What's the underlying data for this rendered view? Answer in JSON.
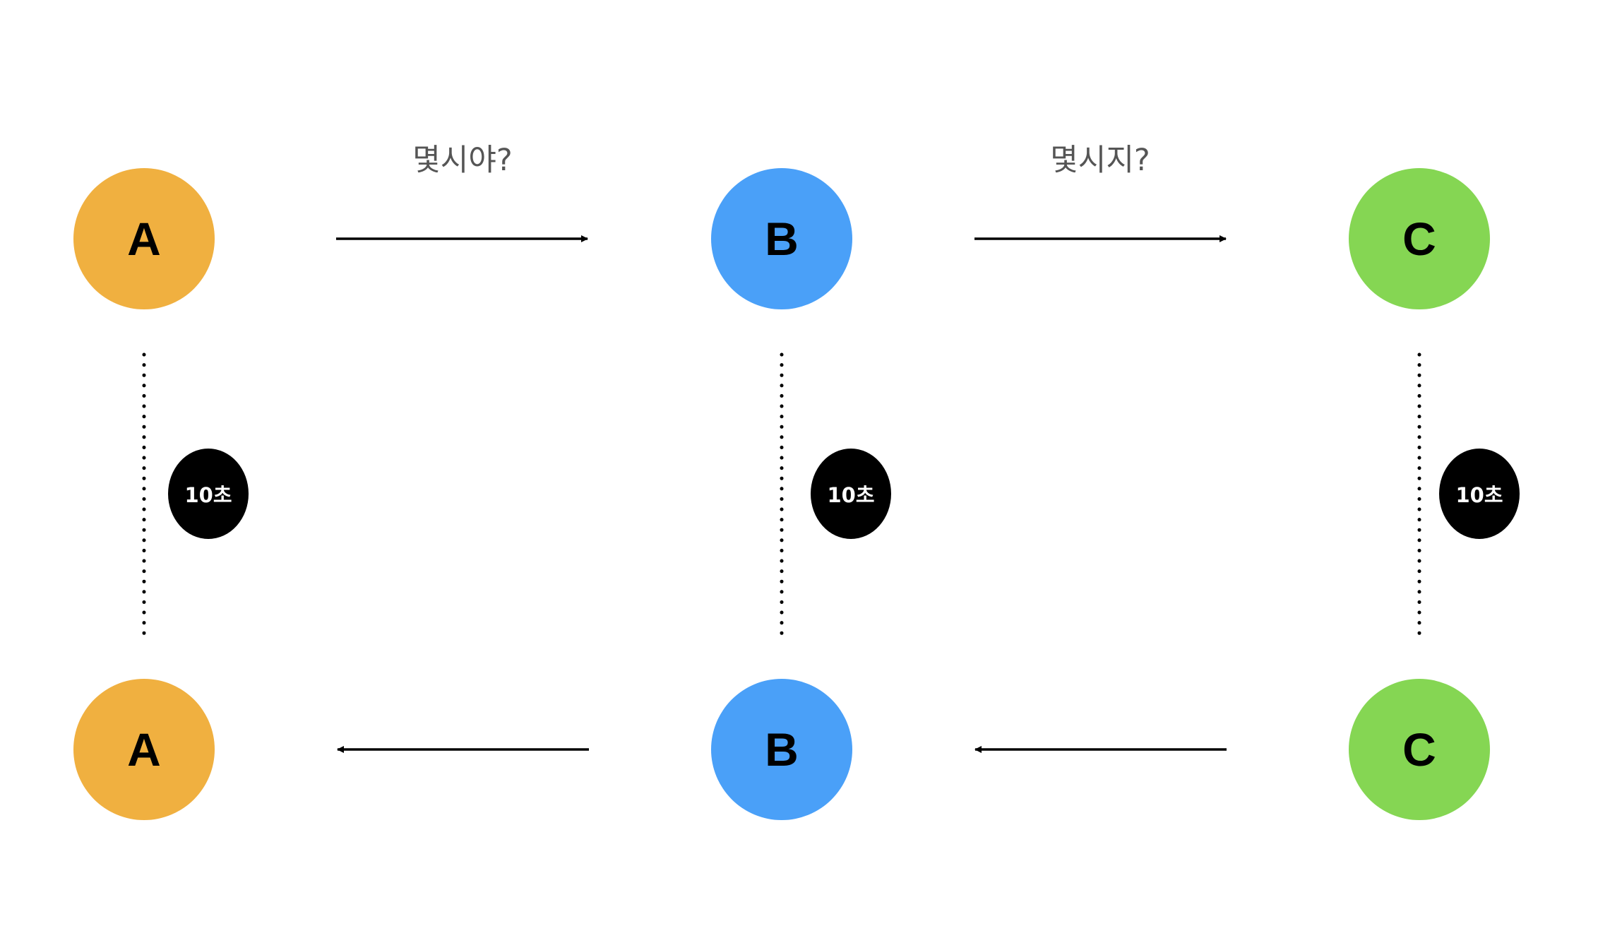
{
  "colors": {
    "node_a": "#F0B040",
    "node_b": "#4AA0F8",
    "node_c": "#85D653",
    "timer_bg": "#000000",
    "line": "#000000"
  },
  "nodes": {
    "top": [
      {
        "label": "A"
      },
      {
        "label": "B"
      },
      {
        "label": "C"
      }
    ],
    "bottom": [
      {
        "label": "A"
      },
      {
        "label": "B"
      },
      {
        "label": "C"
      }
    ]
  },
  "messages": {
    "a_to_b": "몇시야?",
    "b_to_c": "몇시지?"
  },
  "timers": [
    "10초",
    "10초",
    "10초"
  ]
}
